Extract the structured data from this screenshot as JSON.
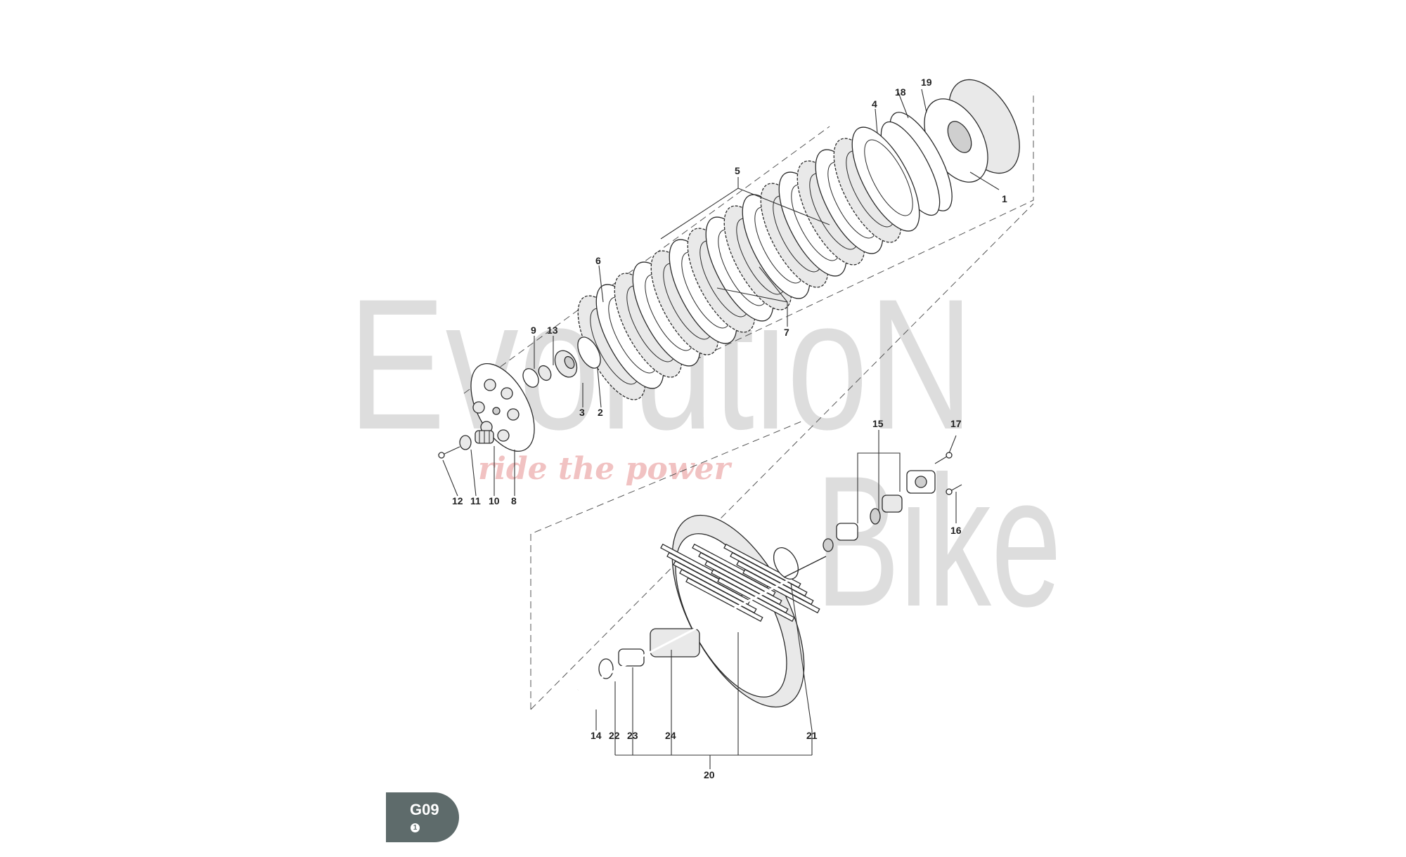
{
  "watermark": {
    "brand_word_1": "EvolutioN",
    "brand_word_2": "Bike",
    "tagline": "ride the power"
  },
  "page_badge": {
    "code": "G09",
    "sheet": "1"
  },
  "callouts": [
    "1",
    "2",
    "3",
    "4",
    "5",
    "6",
    "7",
    "8",
    "9",
    "10",
    "11",
    "12",
    "13",
    "14",
    "15",
    "16",
    "17",
    "18",
    "19",
    "20",
    "21",
    "22",
    "23",
    "24"
  ]
}
